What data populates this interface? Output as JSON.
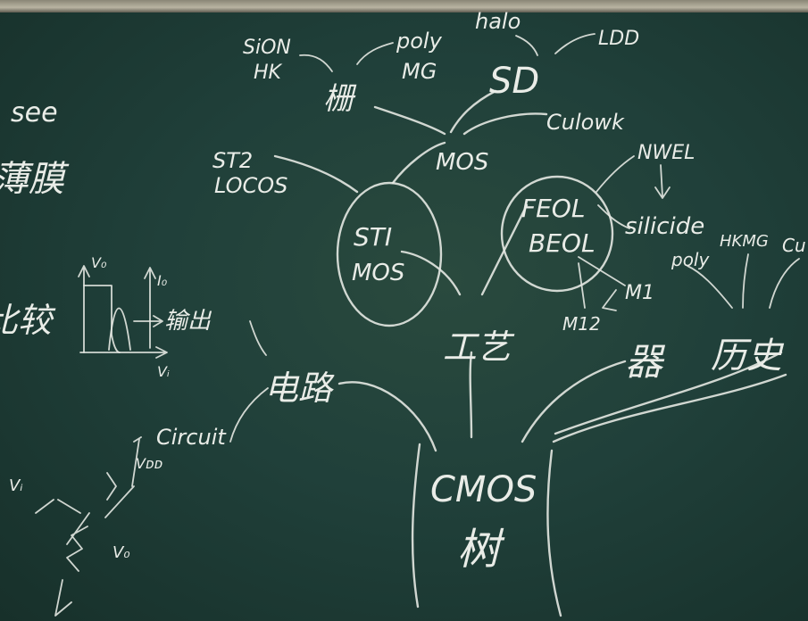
{
  "board": {
    "color": "#1f3d35",
    "chalk_color": "#e9ece7",
    "frame_color": "#b9b4a2"
  },
  "labels": {
    "center_top": "CMOS",
    "center_bottom": "树",
    "circuit_branch": "电路",
    "process_branch": "工艺",
    "device_branch": "器",
    "history_branch": "历史",
    "mos": "MOS",
    "sd": "SD",
    "gate": "栅",
    "sion": "SiON",
    "hk": "HK",
    "poly": "poly",
    "mg": "MG",
    "halo": "halo",
    "ldd": "LDD",
    "culowk": "Culowk",
    "sti2": "ST2",
    "locos": "LOCOS",
    "sti_mos_line1": "STI",
    "sti_mos_line2": "MOS",
    "feol": "FEOL",
    "beol": "BEOL",
    "nwel": "NWEL",
    "silicide": "silicide",
    "poly_small": "poly",
    "hkmg": "HKMG",
    "cu": "Cu",
    "m1": "M1",
    "m12": "M12",
    "circuit": "Circuit",
    "output": "输出",
    "vo": "V₀",
    "io": "I₀",
    "vi": "Vᵢ",
    "vdd": "Vᴅᴅ",
    "vi_small": "Vᵢ",
    "vo_small": "V₀",
    "left_see": "see",
    "left_film": "薄膜",
    "left_partial": "比较"
  }
}
